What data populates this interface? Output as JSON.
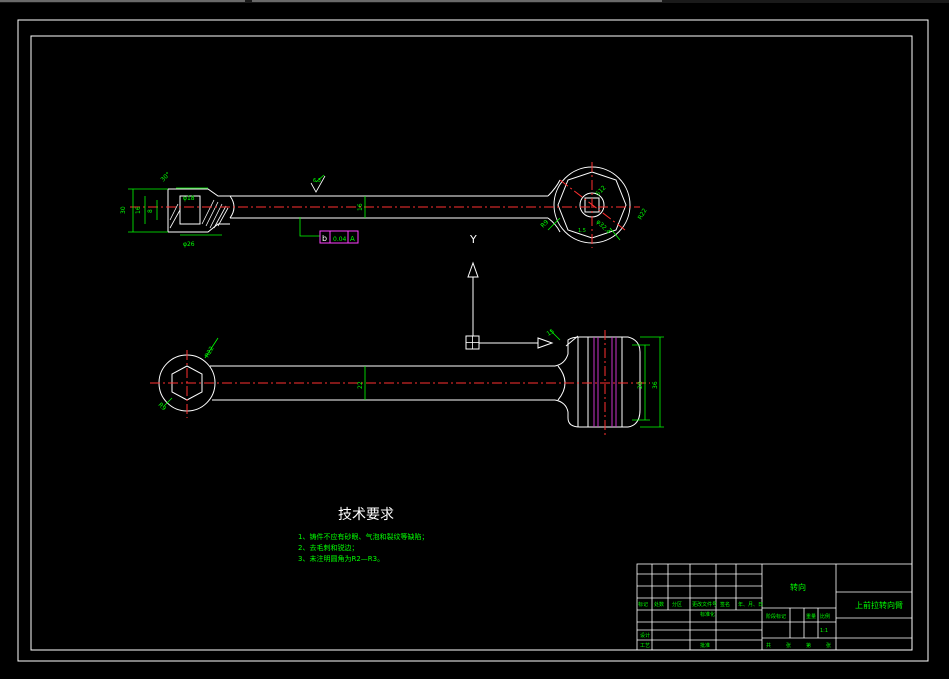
{
  "colors": {
    "background": "#000000",
    "outline": "#ffffff",
    "dimension": "#00ff00",
    "centerline": "#ff3030",
    "hidden": "#cc33cc",
    "symbol": "#ffffff"
  },
  "notes": {
    "title": "技术要求",
    "items": [
      "1、铸件不应有砂眼、气泡和裂纹等缺陷；",
      "2、去毛刺和锐边；",
      "3、未注明圆角为R2—R3。"
    ]
  },
  "view_arrow": {
    "letter": "Y"
  },
  "dims": {
    "top_shaft": "16",
    "bottom_shaft": "22",
    "right_inner": "28",
    "right_outer": "36",
    "datum": "b",
    "tolerance": "0.04",
    "datum_ref": "A",
    "left_end_1": "30",
    "left_end_2": "16",
    "left_end_3": "8",
    "small_1": "φ18",
    "small_2": "φ26",
    "angle": "30°",
    "hex_top": "S12",
    "hex_bottom": "R22",
    "hex_left": "R9",
    "hex_left_2": "R9",
    "hex_dia": "φ32.4",
    "roughness": "6.3",
    "slot": "1.5",
    "right_depth": "15"
  },
  "title_block": {
    "part_name": "转向",
    "drawing_title": "上前拉转向臂",
    "material_label": "比例",
    "scale": "1:1",
    "row_labels": [
      "标记",
      "处数",
      "分区",
      "更改文件号",
      "签名",
      "年、月、日"
    ],
    "design_label": "设计",
    "standard_label": "标准化",
    "process_label": "工艺",
    "approve_label": "批准",
    "review_label": "审核",
    "stage_label": "阶段标记",
    "weight_label": "重量",
    "ratio_label": "比例",
    "sheet_text": [
      "共",
      "张",
      "第",
      "张"
    ]
  }
}
